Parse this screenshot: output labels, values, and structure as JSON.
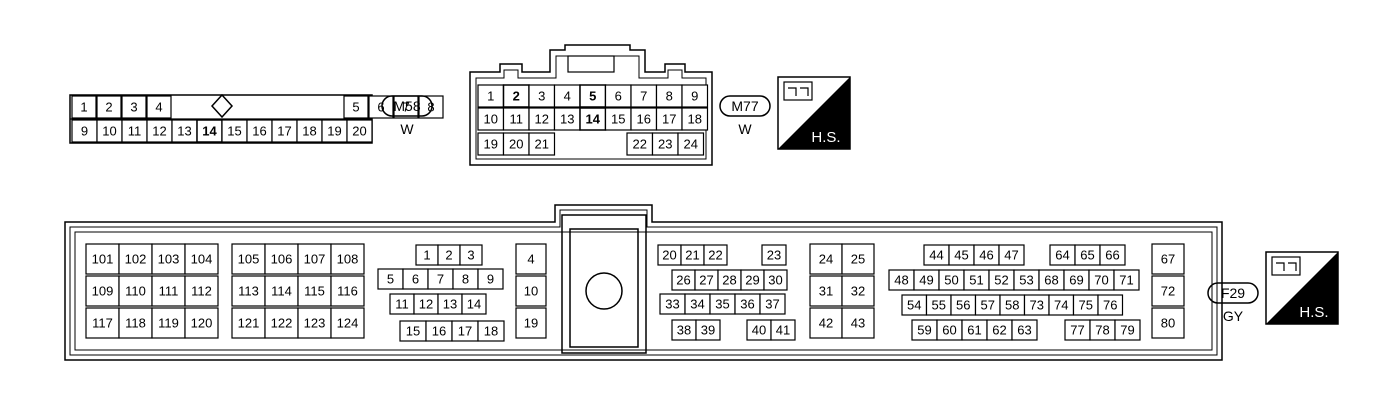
{
  "connectors": [
    {
      "id": "M58",
      "connector_label": "M58",
      "color_code": "W",
      "rows": [
        [
          "1",
          "2",
          "3",
          "4",
          "",
          "",
          "",
          "",
          "",
          "5",
          "6",
          "7",
          "8"
        ],
        [
          "9",
          "10",
          "11",
          "12",
          "13",
          "14",
          "15",
          "16",
          "17",
          "18",
          "19",
          "20"
        ]
      ]
    },
    {
      "id": "M77",
      "connector_label": "M77",
      "color_code": "W",
      "hs_label": "H.S.",
      "rows": [
        [
          "1",
          "2",
          "3",
          "4",
          "5",
          "6",
          "7",
          "8",
          "9"
        ],
        [
          "10",
          "11",
          "12",
          "13",
          "14",
          "15",
          "16",
          "17",
          "18"
        ],
        [
          "19",
          "20",
          "21",
          "22",
          "23",
          "24"
        ]
      ]
    },
    {
      "id": "F29",
      "connector_label": "F29",
      "color_code": "GY",
      "hs_label": "H.S.",
      "block_a": [
        [
          "101",
          "102",
          "103",
          "104"
        ],
        [
          "109",
          "110",
          "111",
          "112"
        ],
        [
          "117",
          "118",
          "119",
          "120"
        ]
      ],
      "block_b": [
        [
          "105",
          "106",
          "107",
          "108"
        ],
        [
          "113",
          "114",
          "115",
          "116"
        ],
        [
          "121",
          "122",
          "123",
          "124"
        ]
      ],
      "block_c": [
        [
          "1",
          "2",
          "3"
        ],
        [
          "5",
          "6",
          "7",
          "8",
          "9"
        ],
        [
          "11",
          "12",
          "13",
          "14"
        ],
        [
          "15",
          "16",
          "17",
          "18"
        ]
      ],
      "block_d": [
        "4",
        "10",
        "19"
      ],
      "block_e": [
        [
          "20",
          "21",
          "22",
          "23"
        ],
        [
          "26",
          "27",
          "28",
          "29",
          "30"
        ],
        [
          "33",
          "34",
          "35",
          "36",
          "37"
        ],
        [
          "38",
          "39",
          "40",
          "41"
        ]
      ],
      "block_f": [
        [
          "24",
          "25"
        ],
        [
          "31",
          "32"
        ],
        [
          "42",
          "43"
        ]
      ],
      "block_g": [
        [
          "44",
          "45",
          "46",
          "47",
          "64",
          "65",
          "66"
        ],
        [
          "48",
          "49",
          "50",
          "51",
          "52",
          "53",
          "68",
          "69",
          "70",
          "71"
        ],
        [
          "54",
          "55",
          "56",
          "57",
          "58",
          "73",
          "74",
          "75",
          "76"
        ],
        [
          "59",
          "60",
          "61",
          "62",
          "63",
          "77",
          "78",
          "79"
        ]
      ],
      "block_h": [
        "67",
        "72",
        "80"
      ]
    }
  ]
}
